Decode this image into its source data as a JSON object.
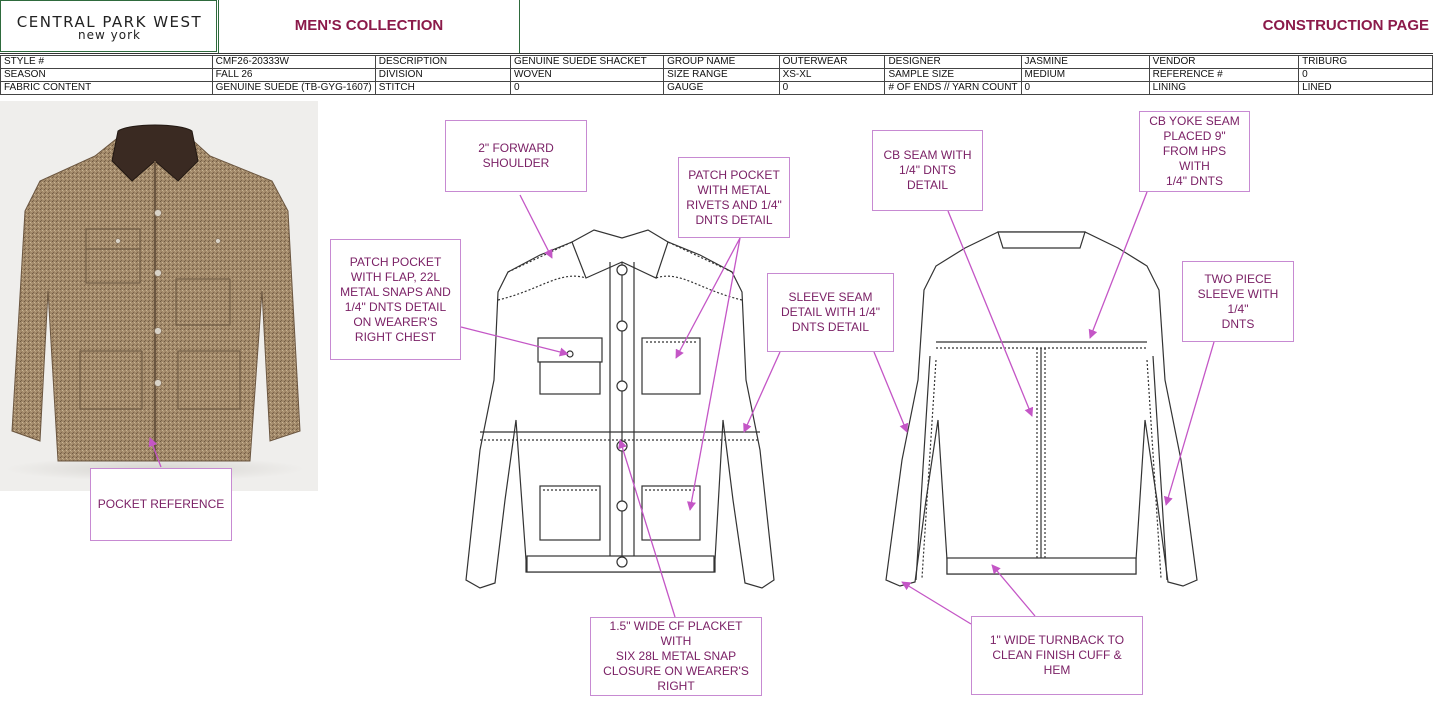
{
  "header": {
    "brand": "CENTRAL PARK WEST",
    "brand_sub": "new york",
    "collection": "MEN'S COLLECTION",
    "page_title": "CONSTRUCTION PAGE"
  },
  "spec_rows": [
    [
      "STYLE #",
      "CMF26-20333W",
      "DESCRIPTION",
      "GENUINE SUEDE SHACKET",
      "GROUP NAME",
      "OUTERWEAR",
      "DESIGNER",
      "JASMINE",
      "VENDOR",
      "TRIBURG"
    ],
    [
      "SEASON",
      "FALL 26",
      "DIVISION",
      "WOVEN",
      "SIZE RANGE",
      "XS-XL",
      "SAMPLE SIZE",
      "MEDIUM",
      "REFERENCE #",
      "0"
    ],
    [
      "FABRIC CONTENT",
      "GENUINE SUEDE (TB-GYG-1607)",
      "STITCH",
      "0",
      "GAUGE",
      "0",
      "# OF ENDS // YARN COUNT",
      "0",
      "LINING",
      "LINED"
    ]
  ],
  "callouts": {
    "pocket_reference": "POCKET REFERENCE",
    "forward_shoulder": "2\" FORWARD\nSHOULDER",
    "patch_pocket_flap": "PATCH POCKET\nWITH FLAP, 22L\nMETAL SNAPS AND\n1/4\" DNTS DETAIL\nON WEARER'S\nRIGHT CHEST",
    "patch_pocket_rivets": "PATCH POCKET\nWITH METAL\nRIVETS AND 1/4\"\nDNTS DETAIL",
    "sleeve_seam": "SLEEVE SEAM\nDETAIL WITH 1/4\"\nDNTS DETAIL",
    "cb_seam": "CB SEAM WITH\n1/4\" DNTS DETAIL",
    "cb_yoke": "CB YOKE SEAM\nPLACED 9\"\nFROM HPS WITH\n1/4\" DNTS",
    "two_piece_sleeve": "TWO PIECE\nSLEEVE WITH 1/4\"\nDNTS",
    "cf_placket": "1.5\" WIDE CF PLACKET WITH\nSIX 28L METAL SNAP\nCLOSURE ON WEARER'S\nRIGHT",
    "turnback": "1\" WIDE TURNBACK TO\nCLEAN FINISH CUFF & HEM"
  },
  "colors": {
    "title": "#8b1a4a",
    "callout_text": "#7b2166",
    "callout_border": "#c78ad2",
    "leader": "#c456c6",
    "header_border": "#2e6a3c"
  }
}
